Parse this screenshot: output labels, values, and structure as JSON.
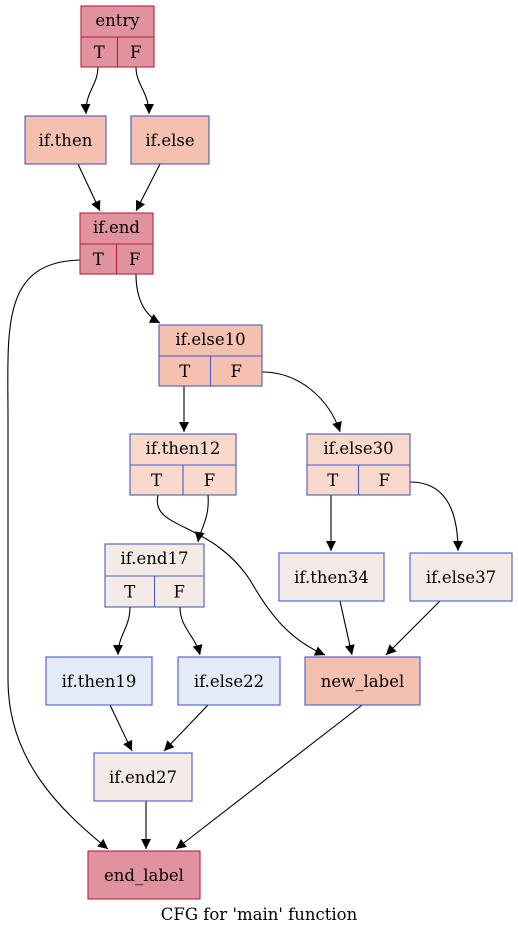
{
  "caption": "CFG for 'main' function",
  "colors": {
    "hot_fill": "#e0929e",
    "hot_stroke": "#b7233e",
    "warm_fill": "#f4c0b0",
    "warm_stroke": "#4a5bc7",
    "light_fill": "#f9d9cb",
    "pale_fill": "#f4ebe7",
    "cool_fill": "#e6ecf7",
    "edge": "#000000"
  },
  "nodes": [
    {
      "id": "entry",
      "label": "entry",
      "true_label": "T",
      "false_label": "F",
      "style": "hot"
    },
    {
      "id": "if_then",
      "label": "if.then",
      "style": "warm"
    },
    {
      "id": "if_else",
      "label": "if.else",
      "style": "warm"
    },
    {
      "id": "if_end",
      "label": "if.end",
      "true_label": "T",
      "false_label": "F",
      "style": "hot"
    },
    {
      "id": "if_else10",
      "label": "if.else10",
      "true_label": "T",
      "false_label": "F",
      "style": "warm"
    },
    {
      "id": "if_then12",
      "label": "if.then12",
      "true_label": "T",
      "false_label": "F",
      "style": "light"
    },
    {
      "id": "if_else30",
      "label": "if.else30",
      "true_label": "T",
      "false_label": "F",
      "style": "light"
    },
    {
      "id": "if_end17",
      "label": "if.end17",
      "true_label": "T",
      "false_label": "F",
      "style": "pale"
    },
    {
      "id": "if_then34",
      "label": "if.then34",
      "style": "pale"
    },
    {
      "id": "if_else37",
      "label": "if.else37",
      "style": "pale"
    },
    {
      "id": "if_then19",
      "label": "if.then19",
      "style": "cool"
    },
    {
      "id": "if_else22",
      "label": "if.else22",
      "style": "cool"
    },
    {
      "id": "new_label",
      "label": "new_label",
      "style": "warm"
    },
    {
      "id": "if_end27",
      "label": "if.end27",
      "style": "pale"
    },
    {
      "id": "end_label",
      "label": "end_label",
      "style": "hot"
    }
  ],
  "edges": [
    {
      "from": "entry",
      "port": "T",
      "to": "if_then"
    },
    {
      "from": "entry",
      "port": "F",
      "to": "if_else"
    },
    {
      "from": "if_then",
      "to": "if_end"
    },
    {
      "from": "if_else",
      "to": "if_end"
    },
    {
      "from": "if_end",
      "port": "T",
      "to": "end_label"
    },
    {
      "from": "if_end",
      "port": "F",
      "to": "if_else10"
    },
    {
      "from": "if_else10",
      "port": "T",
      "to": "if_then12"
    },
    {
      "from": "if_else10",
      "port": "F",
      "to": "if_else30"
    },
    {
      "from": "if_then12",
      "port": "T",
      "to": "new_label"
    },
    {
      "from": "if_then12",
      "port": "F",
      "to": "if_end17"
    },
    {
      "from": "if_else30",
      "port": "T",
      "to": "if_then34"
    },
    {
      "from": "if_else30",
      "port": "F",
      "to": "if_else37"
    },
    {
      "from": "if_end17",
      "port": "T",
      "to": "if_then19"
    },
    {
      "from": "if_end17",
      "port": "F",
      "to": "if_else22"
    },
    {
      "from": "if_then34",
      "to": "new_label"
    },
    {
      "from": "if_else37",
      "to": "new_label"
    },
    {
      "from": "if_then19",
      "to": "if_end27"
    },
    {
      "from": "if_else22",
      "to": "if_end27"
    },
    {
      "from": "new_label",
      "to": "end_label"
    },
    {
      "from": "if_end27",
      "to": "end_label"
    }
  ]
}
